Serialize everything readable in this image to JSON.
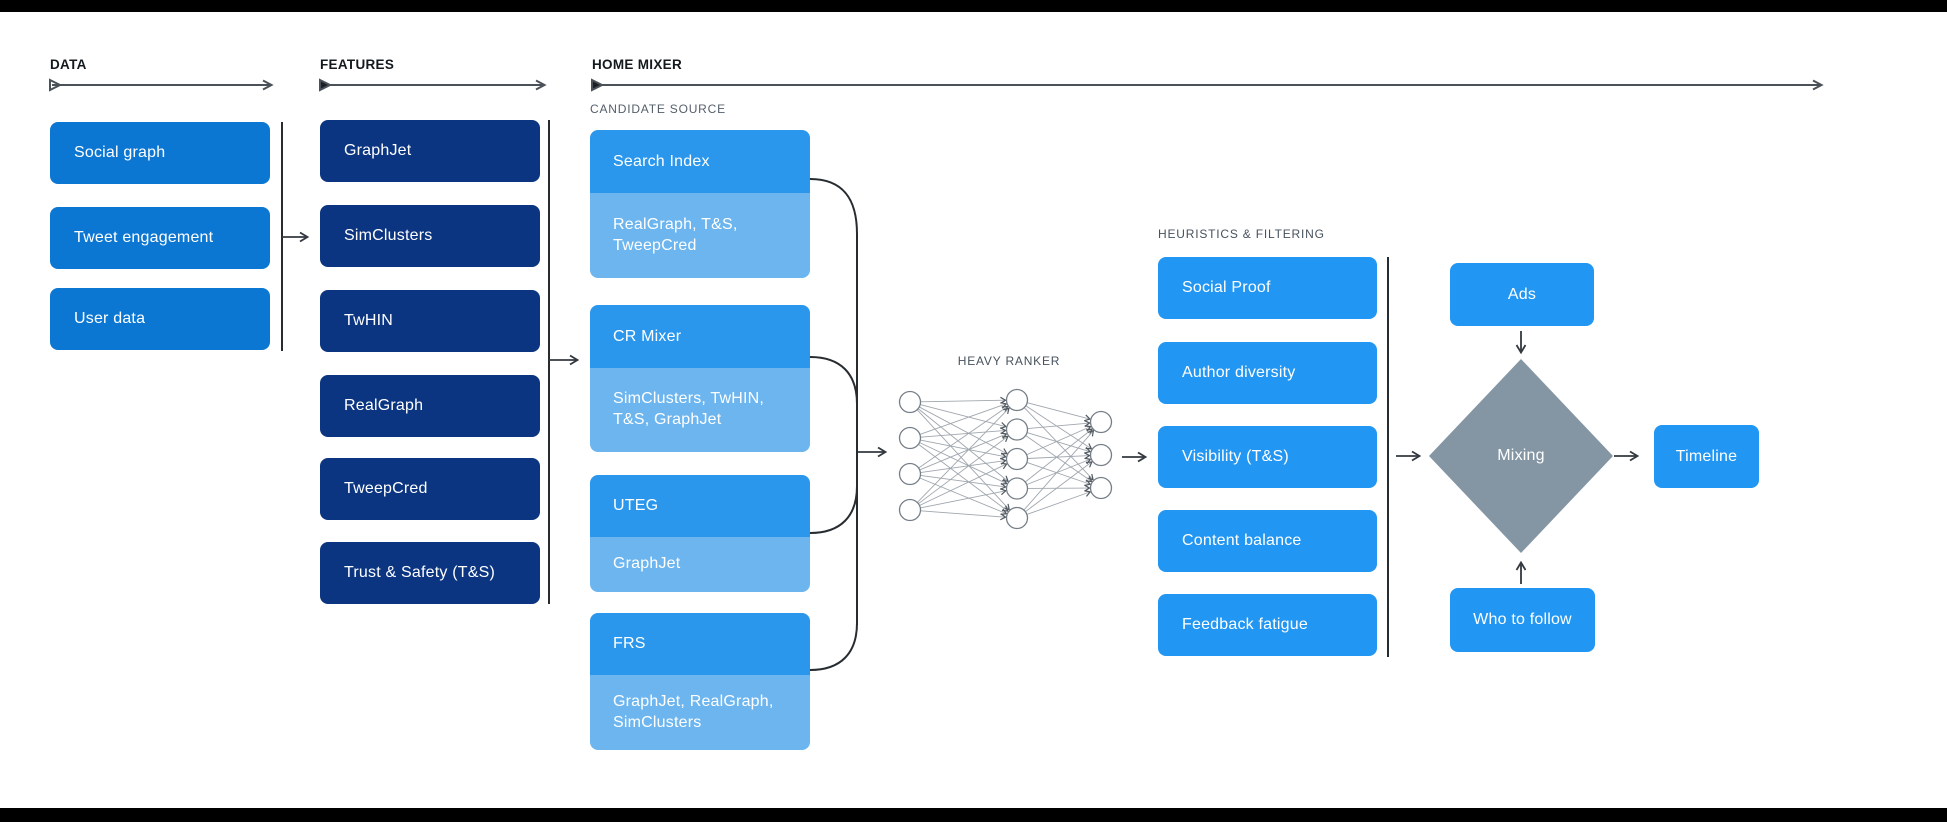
{
  "title": "Twitter Home Mixer algorithm diagram",
  "colors": {
    "medium_blue": "#0c77d3",
    "navy": "#0b3580",
    "bright_blue": "#2196f3",
    "candidate_header_blue": "#2a97ed",
    "candidate_sub_blue": "#6cb5ef",
    "diamond_gray": "#8495a4",
    "bar_black": "#000000",
    "line_dark": "#272c31",
    "arrow_gray": "#4a5158"
  },
  "sections": {
    "data": {
      "label": "DATA"
    },
    "features": {
      "label": "FEATURES"
    },
    "home_mixer": {
      "label": "HOME MIXER"
    }
  },
  "data_column": {
    "boxes": [
      {
        "label": "Social graph"
      },
      {
        "label": "Tweet engagement"
      },
      {
        "label": "User data"
      }
    ]
  },
  "features_column": {
    "boxes": [
      {
        "label": "GraphJet"
      },
      {
        "label": "SimClusters"
      },
      {
        "label": "TwHIN"
      },
      {
        "label": "RealGraph"
      },
      {
        "label": "TweepCred"
      },
      {
        "label": "Trust & Safety (T&S)"
      }
    ]
  },
  "candidate_source": {
    "label": "CANDIDATE SOURCE",
    "boxes": [
      {
        "title": "Search Index",
        "sub": "RealGraph, T&S,\nTweepCred"
      },
      {
        "title": "CR Mixer",
        "sub": "SimClusters, TwHIN,\nT&S, GraphJet"
      },
      {
        "title": "UTEG",
        "sub": "GraphJet"
      },
      {
        "title": "FRS",
        "sub": "GraphJet, RealGraph,\nSimClusters"
      }
    ]
  },
  "heavy_ranker": {
    "label": "HEAVY RANKER",
    "network_layers": [
      4,
      5,
      3
    ]
  },
  "heuristics": {
    "label": "HEURISTICS & FILTERING",
    "boxes": [
      {
        "label": "Social Proof"
      },
      {
        "label": "Author diversity"
      },
      {
        "label": "Visibility (T&S)"
      },
      {
        "label": "Content balance"
      },
      {
        "label": "Feedback fatigue"
      }
    ]
  },
  "mixing_stage": {
    "ads": "Ads",
    "diamond": "Mixing",
    "who_to_follow": "Who to follow",
    "timeline": "Timeline"
  }
}
